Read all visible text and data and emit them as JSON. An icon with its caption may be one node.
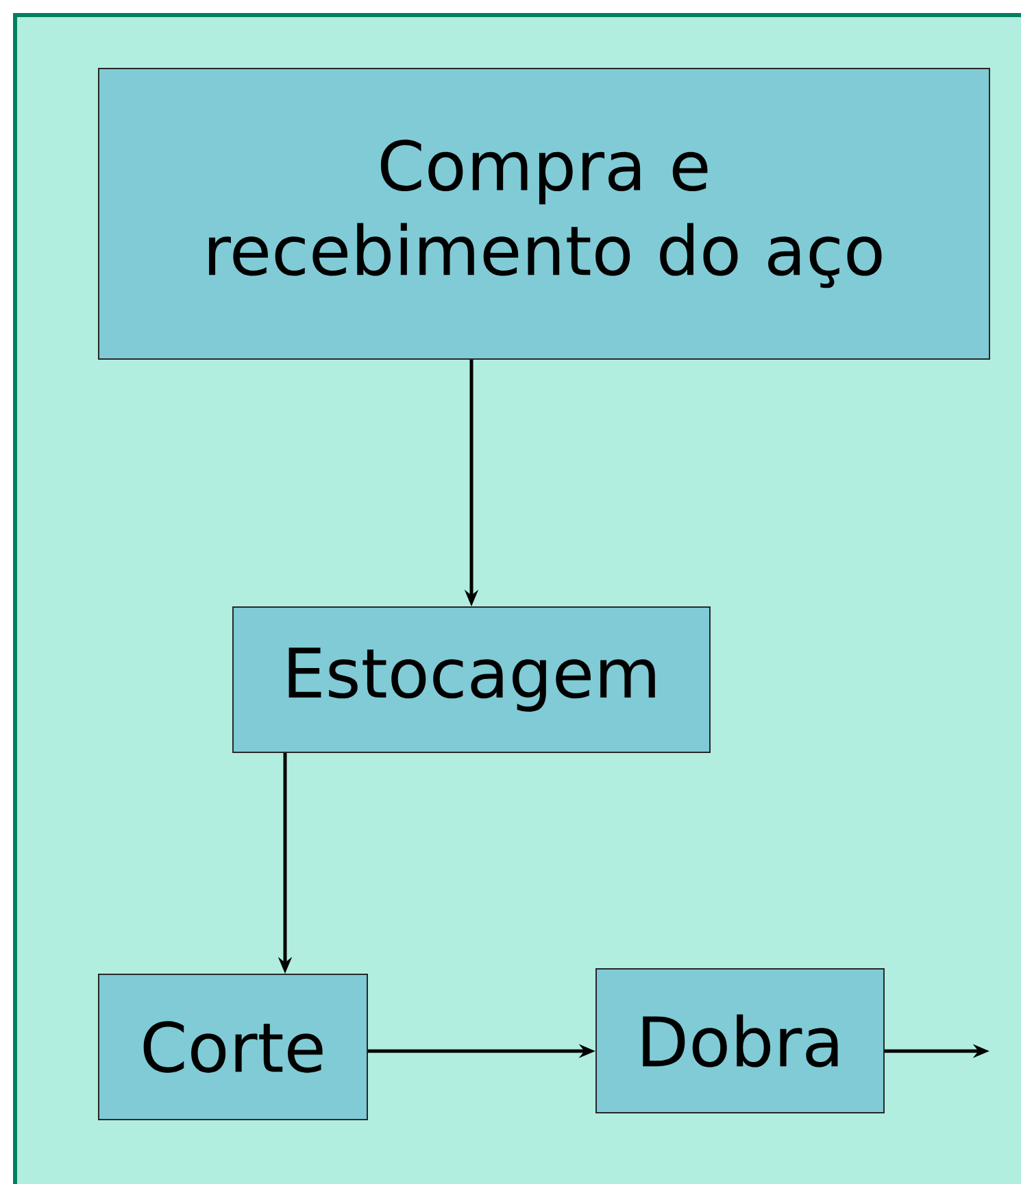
{
  "diagram": {
    "nodes": [
      {
        "text": [
          "Compra e recebimento do aço"
        ]
      },
      {
        "text": [
          "Estocagem"
        ]
      },
      {
        "text": [
          "Corte"
        ]
      },
      {
        "text": [
          "Dobra"
        ]
      }
    ],
    "edges": [
      {
        "from": 0,
        "to": 1,
        "arrow": "to"
      },
      {
        "from": 1,
        "to": 2,
        "arrow": "to"
      },
      {
        "from": 2,
        "to": 3,
        "arrow": "to"
      },
      {
        "from": 3,
        "to": null,
        "arrow": "to"
      }
    ]
  }
}
